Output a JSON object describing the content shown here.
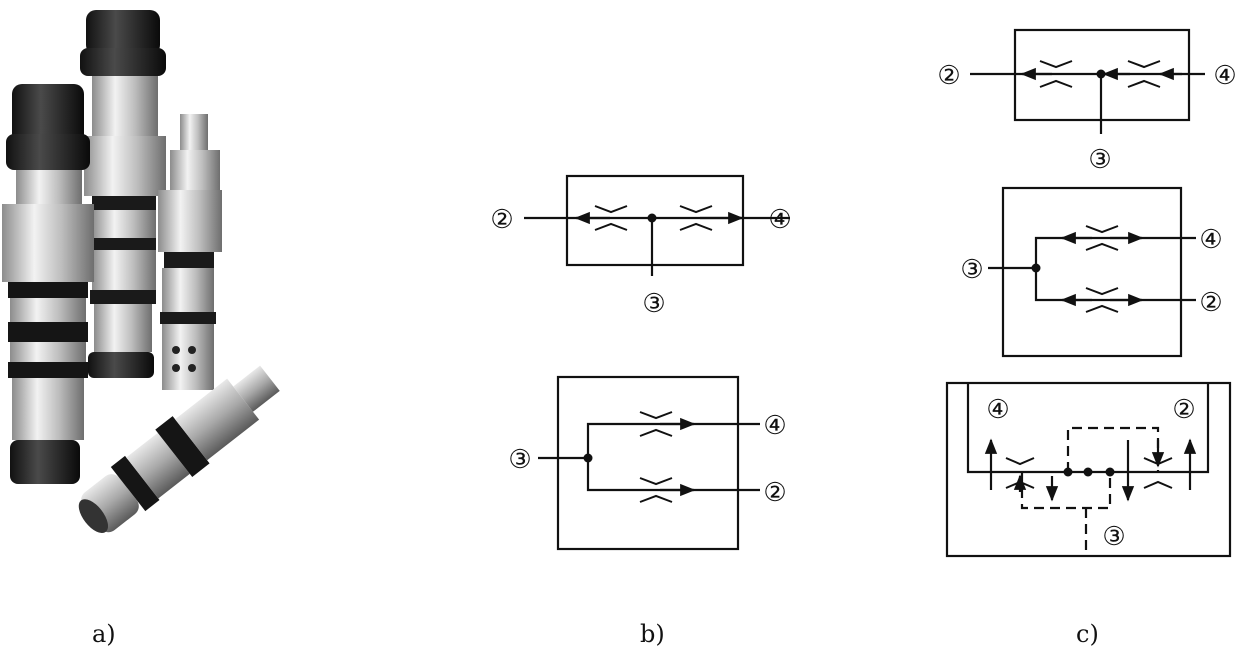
{
  "panels": {
    "a": {
      "label": "a)"
    },
    "b": {
      "label": "b)"
    },
    "c": {
      "label": "c)"
    }
  },
  "ports": {
    "p2": "②",
    "p3": "③",
    "p4": "④"
  }
}
